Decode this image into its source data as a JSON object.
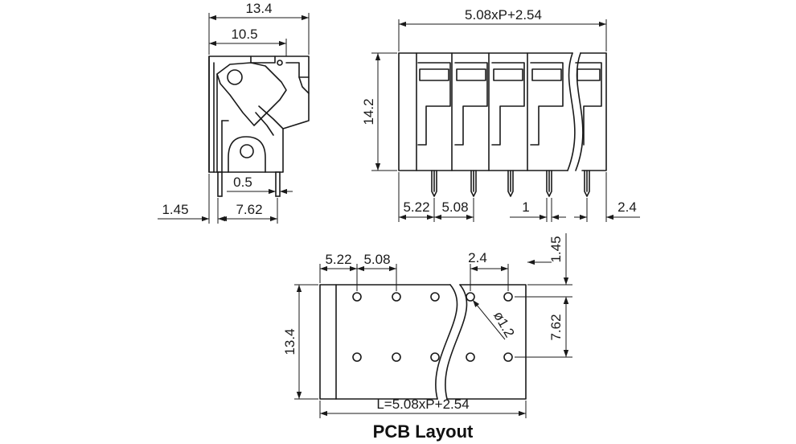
{
  "side_view": {
    "dim_width_total": "13.4",
    "dim_width_inner": "10.5",
    "dim_pin_thickness": "0.5",
    "dim_pin_offset": "1.45",
    "dim_pin_spacing": "7.62"
  },
  "front_view": {
    "dim_length": "5.08xP+2.54",
    "dim_height": "14.2",
    "dim_first_pitch": "5.22",
    "dim_pitch": "5.08",
    "dim_pin_width": "1",
    "dim_end_offset": "2.4"
  },
  "pcb_layout": {
    "title": "PCB Layout",
    "dim_first_pitch": "5.22",
    "dim_pitch": "5.08",
    "dim_end_offset": "2.4",
    "dim_edge_offset": "1.45",
    "dim_row_spacing": "7.62",
    "dim_hole_diameter": "ø1.2",
    "dim_height": "13.4",
    "dim_length": "L=5.08xP+2.54"
  }
}
